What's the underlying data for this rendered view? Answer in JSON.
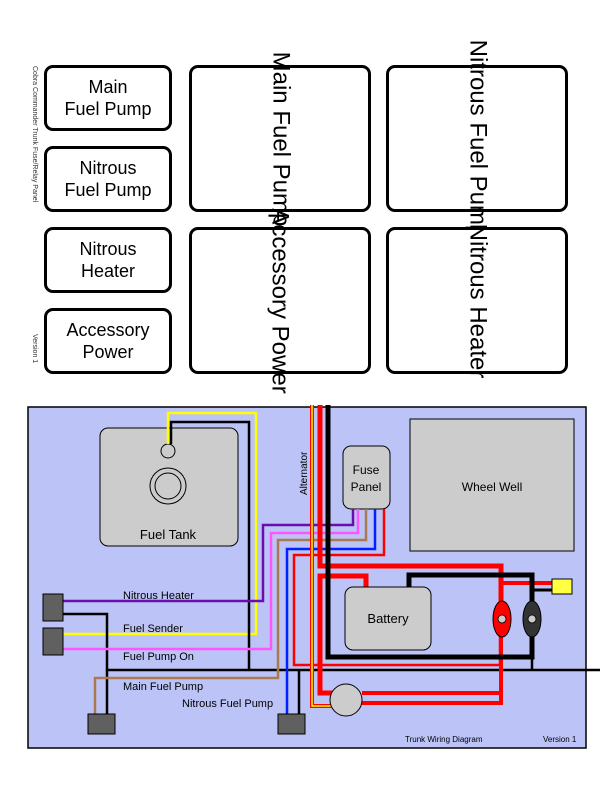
{
  "panel": {
    "side_caption_title": "Cobra Commander Trunk Fuse/Relay Panel",
    "side_caption_version": "Version 1",
    "fuse_slots": [
      {
        "label": "Main\nFuel Pump"
      },
      {
        "label": "Nitrous\nFuel Pump"
      },
      {
        "label": "Nitrous\nHeater"
      },
      {
        "label": "Accessory\nPower"
      }
    ],
    "relay_slots": [
      {
        "label": "Main Fuel\nPump"
      },
      {
        "label": "Nitrous\nFuel Pump"
      },
      {
        "label": "Accessory\nPower"
      },
      {
        "label": "Nitrous\nHeater"
      }
    ]
  },
  "diagram": {
    "title": "Trunk Wiring Diagram",
    "version": "Version 1",
    "components": {
      "fuel_tank": "Fuel Tank",
      "fuse_panel_line1": "Fuse",
      "fuse_panel_line2": "Panel",
      "wheel_well": "Wheel Well",
      "battery": "Battery",
      "alternator": "Alternator"
    },
    "wire_labels": {
      "nitrous_heater": "Nitrous Heater",
      "fuel_sender": "Fuel Sender",
      "fuel_pump_on": "Fuel Pump On",
      "main_fuel_pump": "Main Fuel Pump",
      "nitrous_fuel_pump": "Nitrous Fuel Pump"
    },
    "colors": {
      "background": "#bcc3f7",
      "component_fill": "#cccccc",
      "connector_fill": "#606060",
      "power": "#ff0000",
      "ground": "#000000",
      "sender": "#ffff00",
      "heater": "#6a0dad",
      "pump_on": "#ff55ff",
      "main_pump": "#a97a4f",
      "nitrous_pump": "#0022ff"
    }
  }
}
